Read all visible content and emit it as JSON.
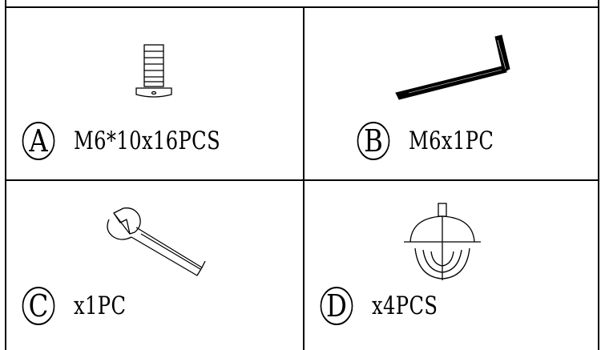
{
  "parts": [
    {
      "letter": "A",
      "quantity": "M6*10x16PCS",
      "icon": "screw-icon"
    },
    {
      "letter": "B",
      "quantity": "M6x1PC",
      "icon": "allen-key-icon"
    },
    {
      "letter": "C",
      "quantity": "x1PC",
      "icon": "wrench-icon"
    },
    {
      "letter": "D",
      "quantity": "x4PCS",
      "icon": "leveling-foot-icon"
    }
  ]
}
